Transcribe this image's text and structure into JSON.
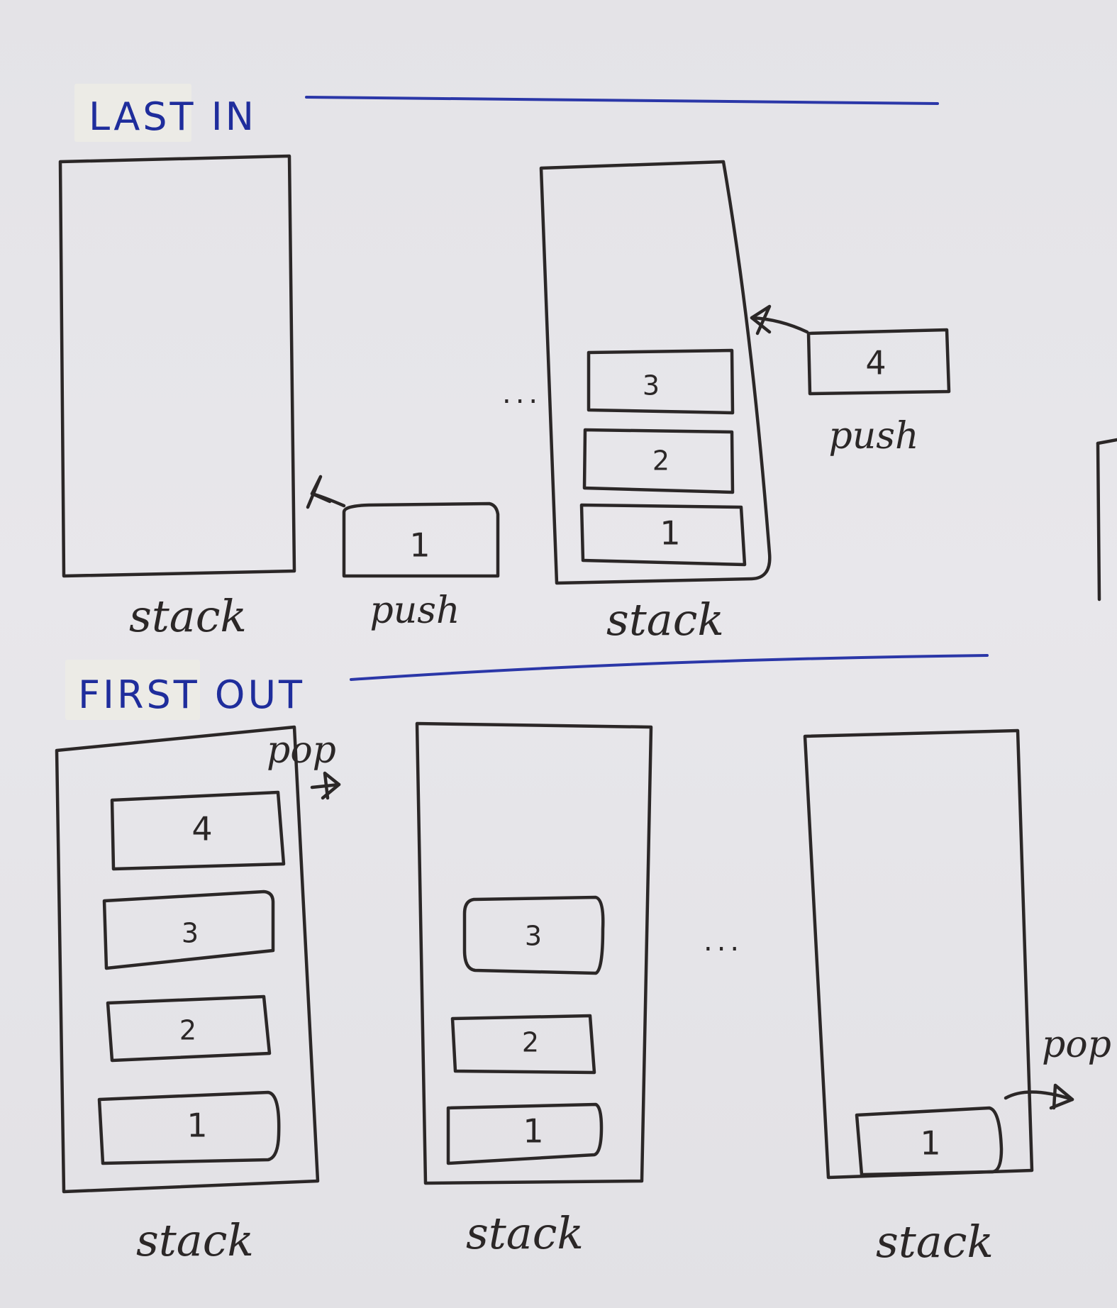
{
  "headings": {
    "last_in": "LAST IN",
    "first_out": "FIRST OUT"
  },
  "labels": {
    "stack": "stack",
    "push": "push",
    "pop": "pop",
    "ellipsis": "..."
  },
  "elements": {
    "a": "1",
    "b": "2",
    "c": "3",
    "d": "4"
  },
  "colors": {
    "ink": "#2b2727",
    "blue_ink": "#1f2d9c",
    "paper": "#e6e5e9"
  }
}
